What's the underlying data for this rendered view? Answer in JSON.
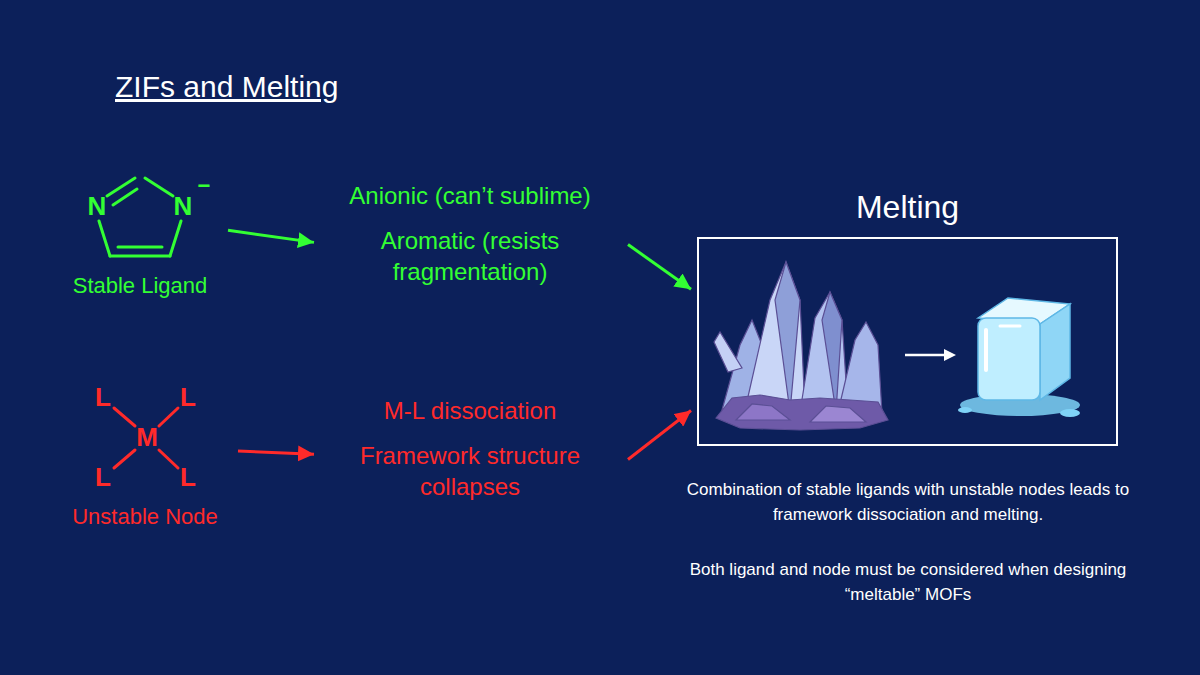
{
  "diagram": {
    "title": "ZIFs and Melting",
    "nodes": [
      {
        "text": [
          "Stable Ligand"
        ]
      },
      {
        "text": [
          "Anionic (can’t sublime)",
          "Aromatic (resists fragmentation)"
        ]
      },
      {
        "text": [
          "Unstable Node"
        ]
      },
      {
        "text": [
          "M-L dissociation",
          "Framework structure collapses"
        ]
      },
      {
        "text": [
          "Melting"
        ]
      }
    ],
    "edges": [
      {
        "from": 0,
        "to": 1,
        "arrow": "to"
      },
      {
        "from": 1,
        "to": 4,
        "arrow": "to"
      },
      {
        "from": 2,
        "to": 3,
        "arrow": "to"
      },
      {
        "from": 3,
        "to": 4,
        "arrow": "to"
      }
    ],
    "labels": [
      "N",
      "N",
      "−",
      "M",
      "L",
      "L",
      "L",
      "L",
      "Combination of stable ligands with unstable nodes leads to framework dissociation and melting.",
      "Both ligand and node must be considered when designing “meltable” MOFs"
    ]
  }
}
